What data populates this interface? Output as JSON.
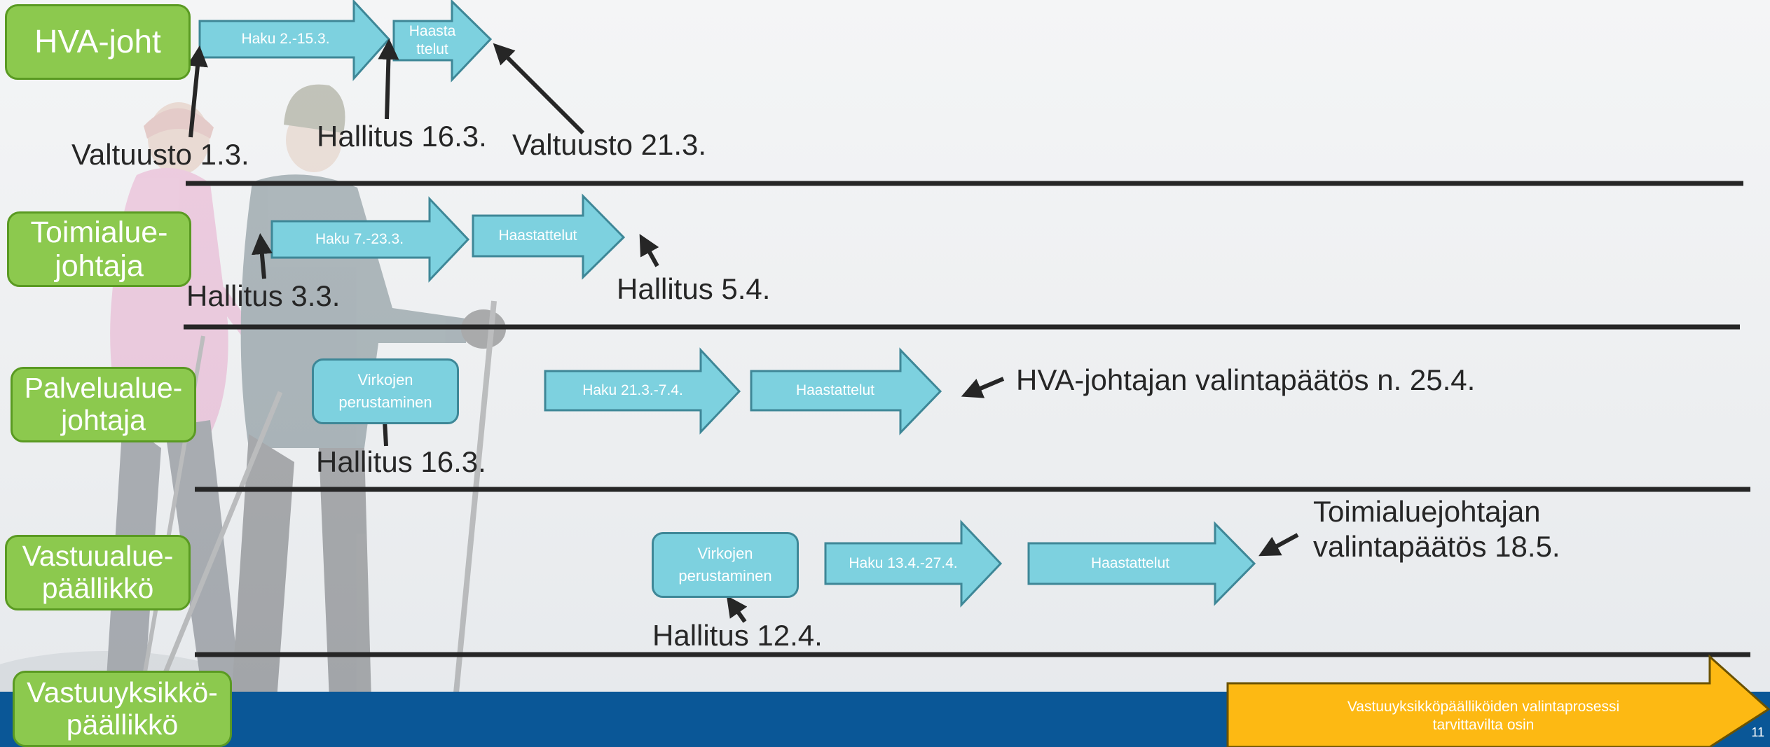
{
  "rows": [
    {
      "label": "HVA-joht"
    },
    {
      "label": "Toimialue-\njohtaja"
    },
    {
      "label": "Palvelualue-\njohtaja"
    },
    {
      "label": "Vastuualue-\npäällikkö"
    },
    {
      "label": "Vastuuyksikkö-\npäällikkö"
    }
  ],
  "steps": {
    "hva_haku": "Haku 2.-15.3.",
    "hva_haastattelut": "Haasta\nttelut",
    "toimi_haku": "Haku 7.-23.3.",
    "toimi_haastattelut": "Haastattelut",
    "palvelu_virkojen": "Virkojen\nperustaminen",
    "palvelu_haku": "Haku 21.3.-7.4.",
    "palvelu_haastattelut": "Haastattelut",
    "vastuu_virkojen": "Virkojen\nperustaminen",
    "vastuu_haku": "Haku 13.4.-27.4.",
    "vastuu_haastattelut": "Haastattelut",
    "vastuuyksikko_prosessi": "Vastuuyksikköpäälliköiden valintaprosessi\ntarvittavilta osin"
  },
  "notes": {
    "valtuusto_1_3": "Valtuusto 1.3.",
    "hallitus_16_3_a": "Hallitus 16.3.",
    "valtuusto_21_3": "Valtuusto 21.3.",
    "hallitus_3_3": "Hallitus 3.3.",
    "hallitus_5_4": "Hallitus 5.4.",
    "hallitus_16_3_b": "Hallitus 16.3.",
    "hva_paatos": "HVA-johtajan valintapäätös n. 25.4.",
    "toimiala_paatos": "Toimialuejohtajan\nvalintapäätös 18.5.",
    "hallitus_12_4": "Hallitus 12.4."
  },
  "page_number": "11",
  "colors": {
    "label_green": "#8cc94e",
    "step_cyan": "#7dd1df",
    "step_border": "#3e8797",
    "process_yellow": "#fdb913",
    "bottom_bar_blue": "#0a5797",
    "text_dark": "#262626"
  }
}
